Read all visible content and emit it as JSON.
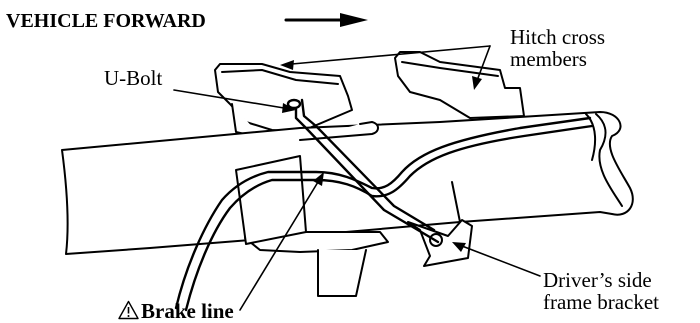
{
  "labels": {
    "vehicle_forward": "VEHICLE FORWARD",
    "hitch_line1": "Hitch cross",
    "hitch_line2": "members",
    "ubolt": "U-Bolt",
    "driver_line1": "Driver’s side",
    "driver_line2": "frame bracket",
    "brake_line": "Brake line"
  },
  "icons": {
    "forward_arrow": "arrow-right-icon",
    "warning": "warning-triangle-icon"
  },
  "colors": {
    "ink": "#000000",
    "paper": "#ffffff"
  }
}
